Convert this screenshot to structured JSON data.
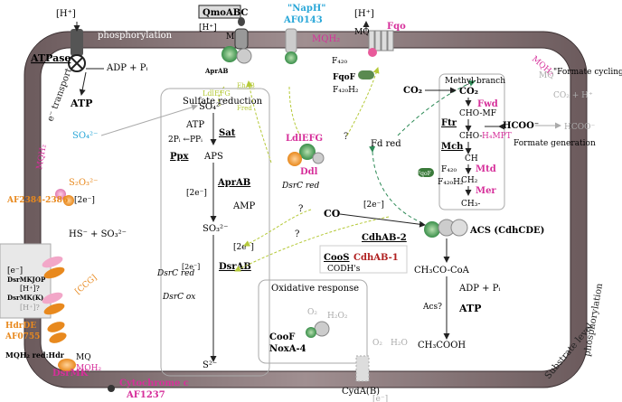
{
  "colors": {
    "membrane": "#7a6a6c",
    "magenta": "#d62f9a",
    "cyan": "#2aa7d8",
    "orange": "#e8891e",
    "lime": "#b5c938",
    "green": "#2e8b57",
    "darkred": "#b02020",
    "grey": "#aaaaaa"
  },
  "icons": [
    "complex-blob-icon",
    "arrow-icon",
    "dashed-arrow-icon"
  ],
  "membrane": {
    "phosphorylation_top": "phosphorylation",
    "e_transport": "e⁻ transport",
    "substrate_level": "Substrate level",
    "phosphorylation_right": "phosphorylation"
  },
  "top": {
    "h_plus_left": "[H⁺]",
    "atpase": "ATPase",
    "adp_pi": "ADP + Pᵢ",
    "atp": "ATP",
    "qmoabc": "QmoABC",
    "h_plus_qmo": "[H⁺]",
    "mq_q": "MQ?",
    "aprab_small": "AprAB",
    "ldlefg_small": "LdlEFG",
    "ehab": "EhAB",
    "fred_small": "Fred",
    "naph": "\"NapH\"",
    "af0143": "AF0143",
    "mqh2_top": "MQH₂",
    "h_plus_right": "[H⁺]",
    "mq_right": "MQ",
    "fqo": "Fqo",
    "f420": "F₄₂₀",
    "fqof": "FqoF",
    "f420h2": "F₄₂₀H₂",
    "mqh2_side": "MQH₂",
    "mq_side": "MQ",
    "formate_cycling": "\"Formate cycling?\""
  },
  "sulfate": {
    "title": "Sulfate reduction",
    "so4_out": "SO₄²⁻",
    "so4_in": "SO₄²⁻",
    "atp": "ATP",
    "sat": "Sat",
    "ppi": "2Pᵢ ←PPᵢ",
    "ppx": "Ppx",
    "aps": "APS",
    "e2": "[2e⁻]",
    "aprab": "AprAB",
    "amp": "AMP",
    "so3": "SO₃²⁻",
    "e2b": "[2e⁻]",
    "dsrab": "DsrAB",
    "dsrc_red": "DsrC red",
    "dsrc_ox": "DsrC ox",
    "e2c": "[2e⁻]",
    "s2": "S²⁻"
  },
  "middle": {
    "ldlefg": "LdlEFG",
    "ddl": "Ddl",
    "dsrc_red": "DsrC red",
    "fred": "Fd red",
    "e2": "[2e⁻]",
    "q1": "?",
    "q2": "?",
    "q3": "?"
  },
  "methyl": {
    "title": "Methyl-branch",
    "co2_out": "CO₂",
    "co2": "CO₂",
    "fwd": "Fwd",
    "cho_mf": "CHO-MF",
    "ftr": "Ftr",
    "hcoo": "HCOO⁻",
    "hcoo_out": "HCOO⁻",
    "co2_h": "CO₂ + H⁺",
    "cho": "CHO-",
    "h4mpt": "H₄MPT",
    "mch": "Mch",
    "ch": "CH",
    "mtd": "Mtd",
    "ch2": "CH₂",
    "mer": "Mer",
    "ch3": "CH₃-",
    "formate_generation": "Formate generation",
    "fqof": "FqoF",
    "f420": "F₄₂₀",
    "f420h2": "F₄₂₀H₂"
  },
  "acs": {
    "co": "CO",
    "acs": "ACS (CdhCDE)",
    "cdhab2": "CdhAB-2",
    "coos": "CooS",
    "cdhab1": "CdhAB-1",
    "codhs": "CODH's",
    "acetyl": "CH₃CO-CoA",
    "adp": "ADP + Pᵢ",
    "acs_q": "Acs?",
    "atp": "ATP",
    "acetate": "CH₃COOH"
  },
  "left": {
    "s2o3": "S₂O₃²⁻",
    "mqh2": "MQH₂",
    "af2384": "AF2384-2386",
    "e2": "[2e⁻]",
    "hs_so3": "HS⁻ + SO₃²⁻",
    "e_minus": "[e⁻]",
    "dsrmkjop": "DsrMKJOP",
    "h_plus_q1": "[H⁺]?",
    "dsrmk_k": "DsrMK(K)",
    "h_plus_q2": "[H⁺]?",
    "ccg": "[CCG]",
    "hdrde": "HdrDE",
    "af0755": "AF0755",
    "mqh2_red": "MQH₂ red:Hdr",
    "mq": "MQ",
    "mqh2_bottom": "MQH₂",
    "dsrmk": "DsrMK",
    "cytc": "Cytochrome c",
    "af1237": "AF1237"
  },
  "oxidative": {
    "title": "Oxidative response",
    "o2": "O₂",
    "h2o2": "H₂O₂",
    "coof": "CooF",
    "noxa4": "NoxA-4",
    "o2_b": "O₂",
    "h2o": "H₂O",
    "cyda": "CydA(B)",
    "e_minus": "[e⁻]"
  }
}
